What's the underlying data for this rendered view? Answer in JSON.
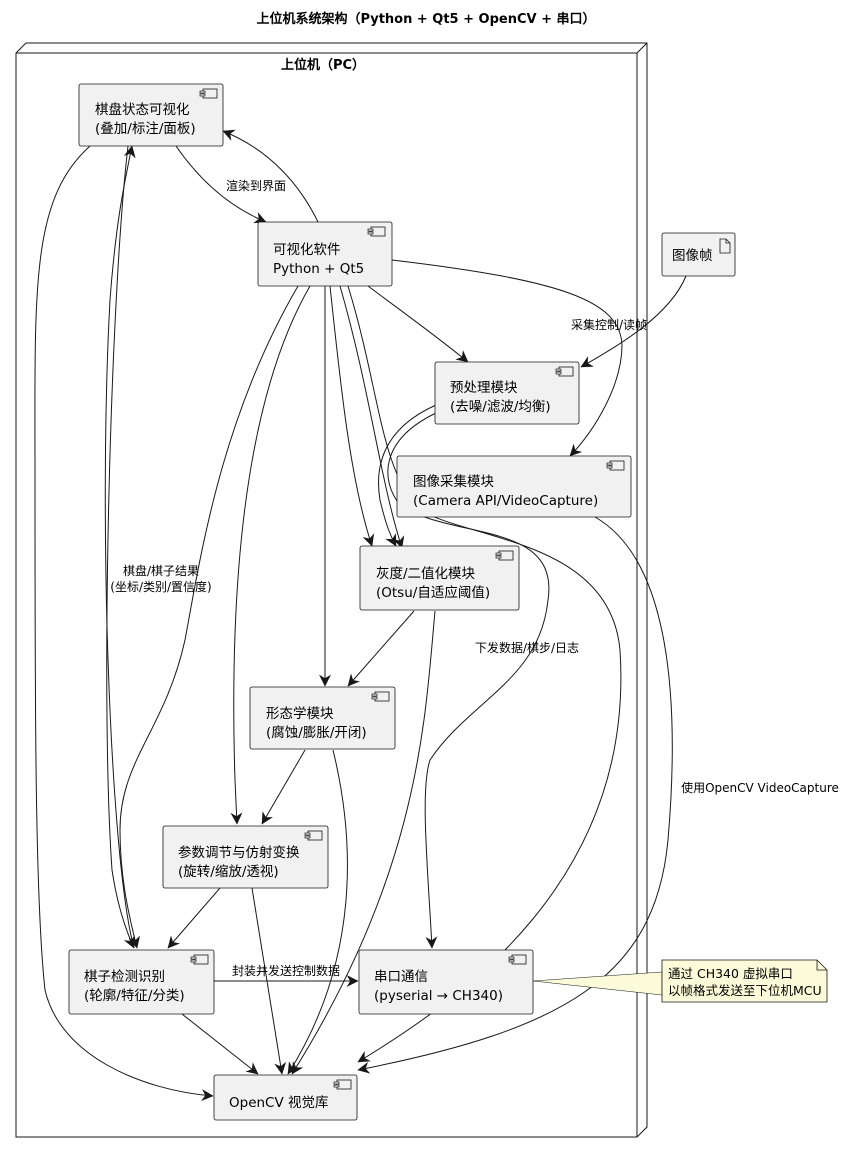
{
  "title": "上位机系统架构（Python + Qt5 + OpenCV + 串口）",
  "node": {
    "label": "上位机（PC）"
  },
  "components": {
    "board_vis": [
      "棋盘状态可视化",
      "(叠加/标注/面板)"
    ],
    "vis_sw": [
      "可视化软件",
      "Python + Qt5"
    ],
    "preproc": [
      "预处理模块",
      "(去噪/滤波/均衡)"
    ],
    "capture": [
      "图像采集模块",
      "(Camera API/VideoCapture)"
    ],
    "gray": [
      "灰度/二值化模块",
      "(Otsu/自适应阈值)"
    ],
    "morph": [
      "形态学模块",
      "(腐蚀/膨胀/开闭)"
    ],
    "param": [
      "参数调节与仿射变换",
      "(旋转/缩放/透视)"
    ],
    "detect": [
      "棋子检测识别",
      "(轮廓/特征/分类)"
    ],
    "serial": [
      "串口通信",
      "(pyserial → CH340)"
    ],
    "opencv": [
      "OpenCV 视觉库"
    ]
  },
  "artifact": {
    "label": "图像帧"
  },
  "edge_labels": {
    "render": "渲染到界面",
    "capture_ctrl": "采集控制/读帧",
    "result_line1": "棋盘/棋子结果",
    "result_line2": "(坐标/类别/置信度)",
    "downlink": "下发数据/棋步/日志",
    "package": "封装并发送控制数据",
    "use_cv": "使用OpenCV VideoCapture"
  },
  "note": [
    "通过 CH340 虚拟串口",
    "以帧格式发送至下位机MCU"
  ]
}
